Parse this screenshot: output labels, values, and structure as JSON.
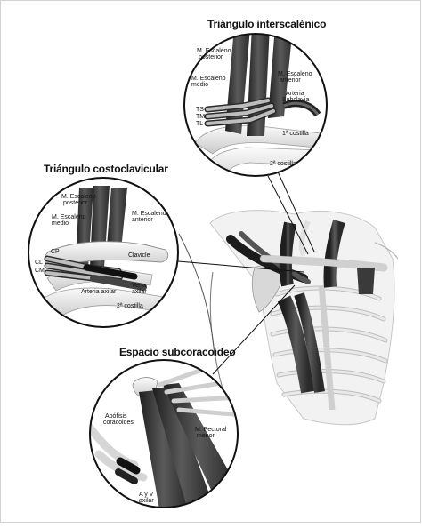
{
  "diagram": {
    "titles": {
      "interscalene": "Triángulo interscalénico",
      "costoclavicular": "Triángulo costoclavicular",
      "subcoracoid": "Espacio subcoracoideo"
    },
    "interscalene_labels": {
      "posterior_1": "M. Escaleno",
      "posterior_2": "posterior",
      "medio_1": "M. Escaleno",
      "medio_2": "medio",
      "anterior_1": "M. Escaleno",
      "anterior_2": "anterior",
      "artery_1": "Arteria",
      "artery_2": "Subclavia",
      "ts": "TS",
      "tm": "TM",
      "tl": "TL",
      "rib1": "1ª costilla",
      "rib2": "2ª costilla"
    },
    "costoclavicular_labels": {
      "posterior_1": "M. Escaleno",
      "posterior_2": "posterior",
      "medio_1": "M. Escaleno",
      "medio_2": "medio",
      "anterior_1": "M. Escaleno",
      "anterior_2": "anterior",
      "cp": "CP",
      "cl": "CL",
      "cm": "CM",
      "clavicle": "Clavicle",
      "artery": "Arteria axilar",
      "vein_1": "Vena",
      "vein_2": "axilar",
      "rib2": "2ª costilla"
    },
    "subcoracoid_labels": {
      "coracoid_1": "Apófisis",
      "coracoid_2": "coracoides",
      "pectoral_1": "M. Pectoral",
      "pectoral_2": "menor",
      "av_1": "A y V",
      "av_2": "axilar"
    }
  }
}
